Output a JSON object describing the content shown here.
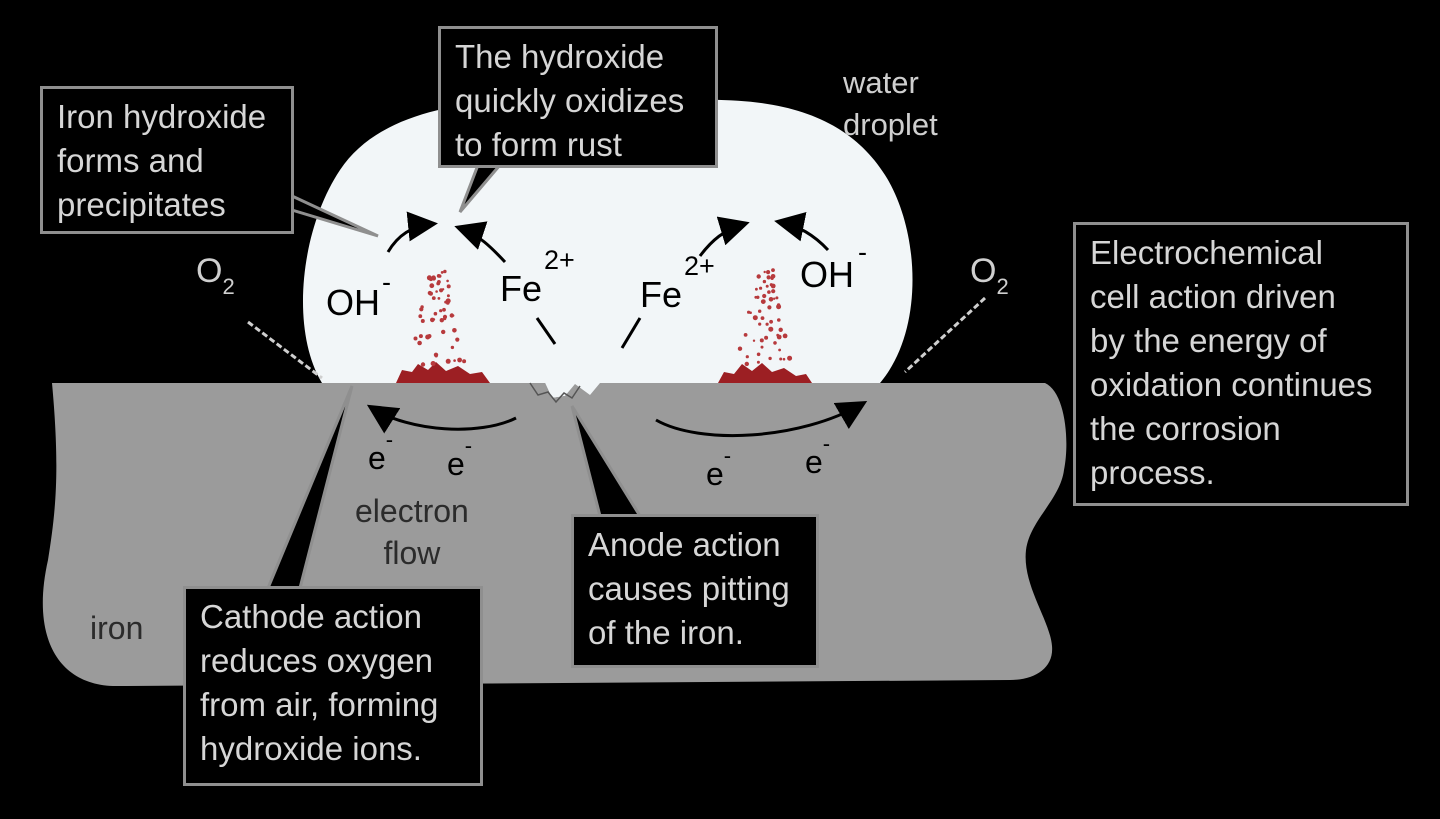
{
  "callouts": {
    "iron_hydroxide": "Iron hydroxide\nforms and\nprecipitates",
    "hydroxide_oxidizes": "The hydroxide\nquickly oxidizes\nto form rust",
    "electrochemical": "Electrochemical\ncell action driven\nby the energy of\noxidation continues\nthe corrosion\nprocess.",
    "anode": "Anode action\ncauses pitting\nof the iron.",
    "cathode": "Cathode action\nreduces oxygen\nfrom air, forming\nhydroxide ions."
  },
  "labels": {
    "water_droplet": "water\ndroplet",
    "iron": "iron",
    "electron_flow": "electron\nflow",
    "oh": "OH",
    "minus": "-",
    "fe": "Fe",
    "fe_charge": "2+",
    "o2": "O",
    "o2_sub": "2",
    "electron": "e",
    "electron_charge": "-"
  },
  "colors": {
    "background": "#000000",
    "iron": "#9b9b9b",
    "droplet": "#f2f6f8",
    "rust": "#9c1f23",
    "callout_border": "#8f8f8f"
  }
}
